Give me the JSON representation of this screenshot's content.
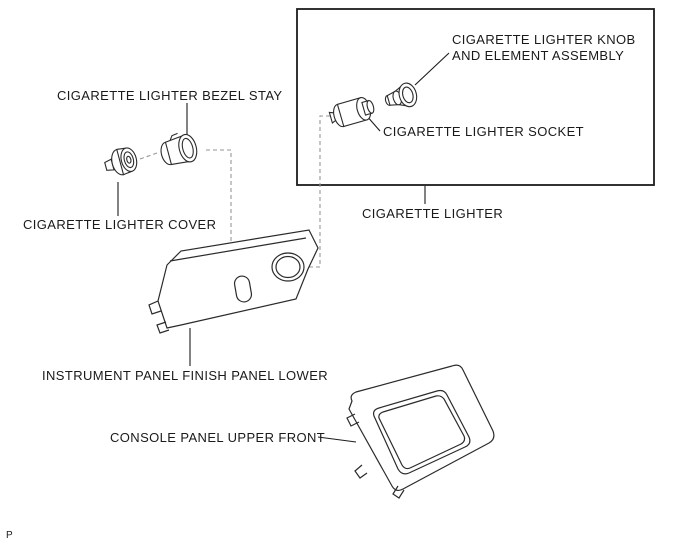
{
  "labels": {
    "knob_assembly": "CIGARETTE LIGHTER KNOB\nAND ELEMENT ASSEMBLY",
    "socket": "CIGARETTE LIGHTER SOCKET",
    "lighter": "CIGARETTE LIGHTER",
    "bezel_stay": "CIGARETTE LIGHTER BEZEL STAY",
    "cover": "CIGARETTE LIGHTER COVER",
    "instrument_panel": "INSTRUMENT PANEL FINISH PANEL LOWER",
    "console_panel": "CONSOLE PANEL UPPER FRONT"
  },
  "footer": {
    "mark": "P"
  },
  "colors": {
    "line": "#1c1c1c",
    "dashed_line": "#969696",
    "background": "#ffffff"
  }
}
